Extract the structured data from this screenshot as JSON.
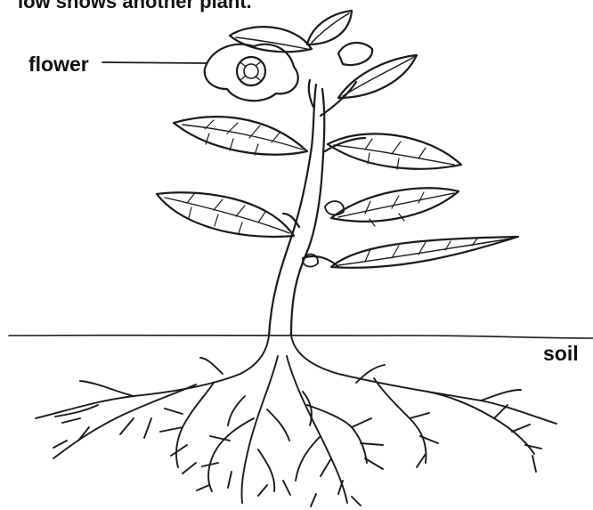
{
  "header": {
    "text": "low shows another plant."
  },
  "labels": {
    "flower": "flower",
    "soil": "soil"
  }
}
